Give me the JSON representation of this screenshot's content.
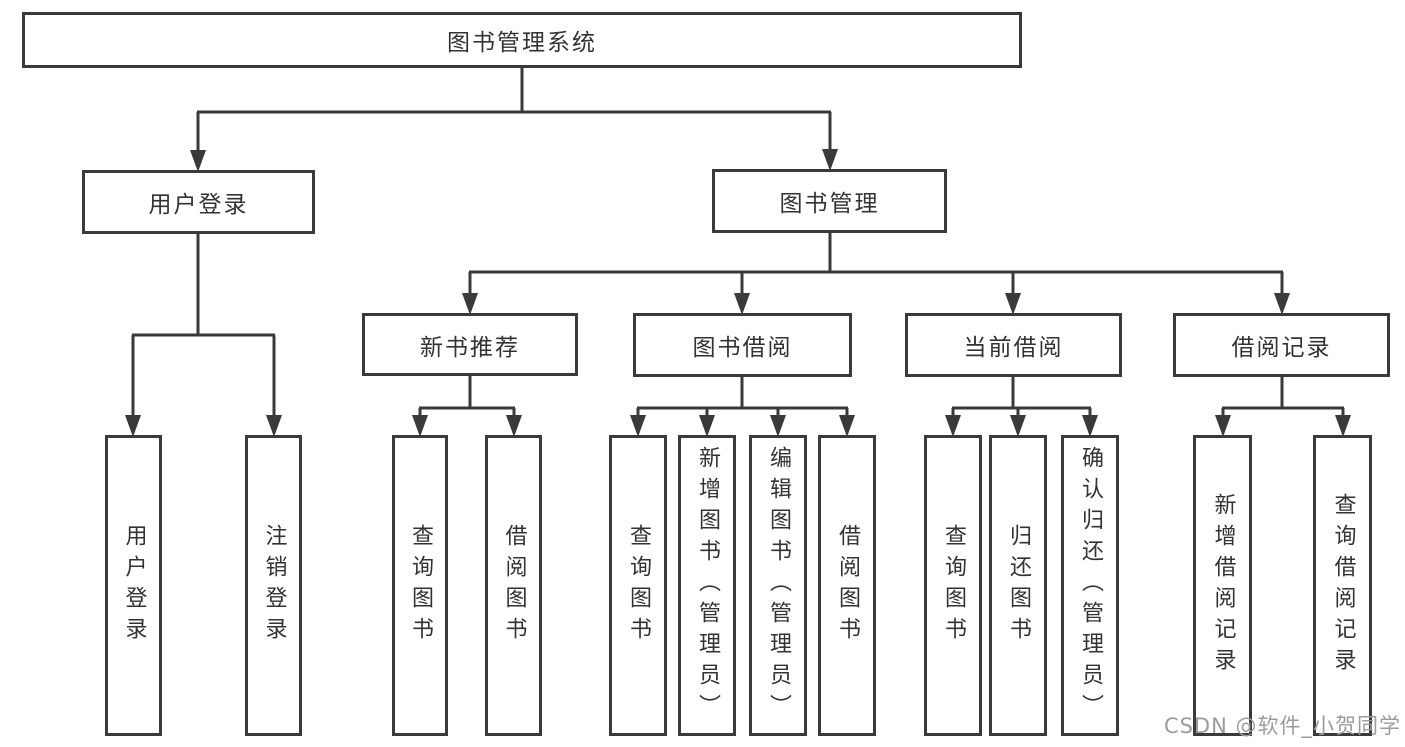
{
  "nodes": {
    "root": "图书管理系统",
    "user_login": "用户登录",
    "book_mgmt": "图书管理",
    "new_books": "新书推荐",
    "book_borrow": "图书借阅",
    "current_borrow": "当前借阅",
    "borrow_records": "借阅记录",
    "leaf_user_login": "用户登录",
    "leaf_logout": "注销登录",
    "leaf_nb_query": "查询图书",
    "leaf_nb_borrow": "借阅图书",
    "leaf_bb_query": "查询图书",
    "leaf_bb_add": "新增图书（管理员）",
    "leaf_bb_edit": "编辑图书（管理员）",
    "leaf_bb_borrow": "借阅图书",
    "leaf_cb_query": "查询图书",
    "leaf_cb_return": "归还图书",
    "leaf_cb_confirm": "确认归还（管理员）",
    "leaf_br_add": "新增借阅记录",
    "leaf_br_query": "查询借阅记录"
  },
  "hierarchy": {
    "图书管理系统": {
      "用户登录": [
        "用户登录",
        "注销登录"
      ],
      "图书管理": {
        "新书推荐": [
          "查询图书",
          "借阅图书"
        ],
        "图书借阅": [
          "查询图书",
          "新增图书（管理员）",
          "编辑图书（管理员）",
          "借阅图书"
        ],
        "当前借阅": [
          "查询图书",
          "归还图书",
          "确认归还（管理员）"
        ],
        "借阅记录": [
          "新增借阅记录",
          "查询借阅记录"
        ]
      }
    }
  },
  "watermark": "CSDN @软件_小贺同学",
  "colors": {
    "line": "#3a3a3a",
    "text": "#333333",
    "watermark": "#9c9c9c",
    "background": "#ffffff"
  }
}
